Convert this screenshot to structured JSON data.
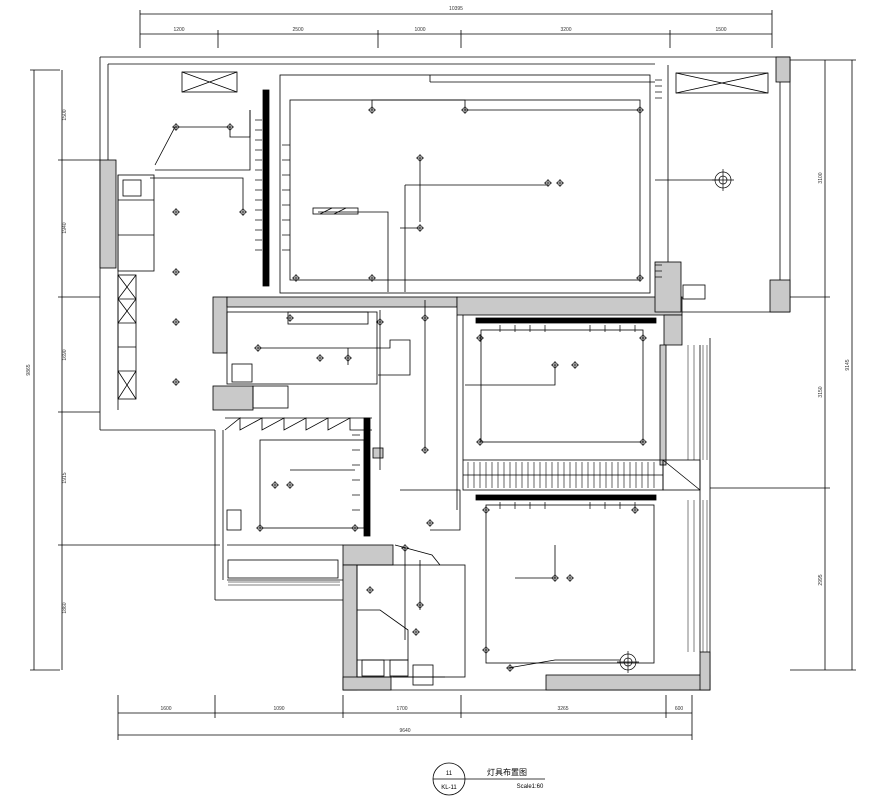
{
  "drawing": {
    "dims_top_overall": "10395",
    "dims_top": [
      "1200",
      "2500",
      "1000",
      "3200",
      "1500"
    ],
    "dims_bottom": [
      "1600",
      "1090",
      "1700",
      "3265",
      "600"
    ],
    "dims_bottom_overall": "9640",
    "dims_left": [
      "1500",
      "1940",
      "1690",
      "1915",
      "1860"
    ],
    "dims_left_overall": "9865",
    "dims_right": [
      "3100",
      "3150",
      "2995"
    ],
    "dims_right_overall": "9145",
    "title": {
      "symbol_top": "11",
      "symbol_bottom": "KL-11",
      "name": "灯具布置图",
      "scale": "Scale1:60"
    }
  },
  "colors": {
    "wall_fill": "#c9c9c9",
    "line": "#000000"
  }
}
